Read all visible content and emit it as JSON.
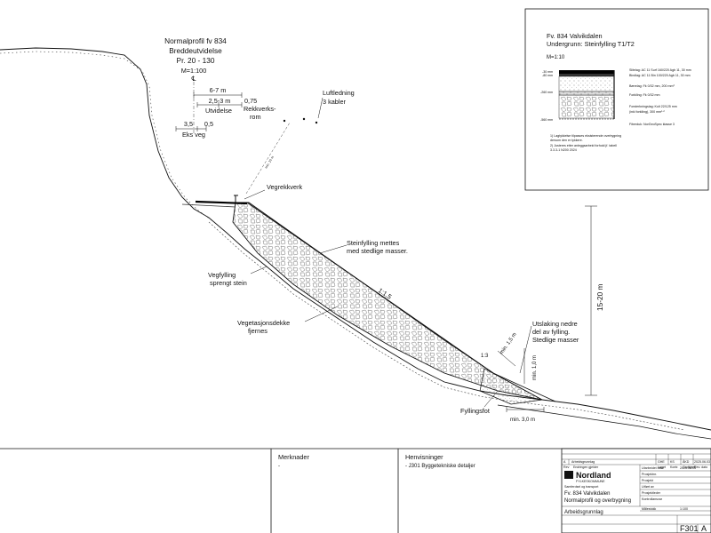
{
  "profile": {
    "title_lines": [
      "Normalprofil fv 834",
      "Breddeutvidelse",
      "Pr. 20 - 130"
    ],
    "scale": "M=1:100",
    "centerline": "℄",
    "dims": {
      "total": "6-7 m",
      "widening": "2,5-3 m",
      "railzone": "0,75",
      "widening_label": "Utvidelse",
      "railzone_label_1": "Rekkverks-",
      "railzone_label_2": "rom",
      "existing_width": "3,5",
      "existing_shoulder": "0,5",
      "existing_label": "Eks veg"
    },
    "powerline": {
      "label_1": "Luftledning",
      "label_2": "3 kabler",
      "clearance": "min. 10 m"
    },
    "labels": {
      "guardrail": "Vegrekkverk",
      "fill_top_1": "Steinfylling mettes",
      "fill_top_2": "med stedlige masser.",
      "slope": "1:1,5",
      "road_fill_1": "Vegfylling",
      "road_fill_2": "sprengt stein",
      "vegetation_1": "Vegetasjonsdekke",
      "vegetation_2": "fjernes",
      "toe_1": "Utslaking nedre",
      "toe_2": "del av fylling.",
      "toe_3": "Stedlige masser",
      "toe_slope": "1:3",
      "min_thickness": "min. 1,5 m",
      "min_height": "min. 1,0 m",
      "min_width": "min. 3,0 m",
      "fill_foot": "Fyllingsfot",
      "height": "15-20 m"
    }
  },
  "detail": {
    "title_lines": [
      "Fv. 834 Valvikdalen",
      "Undergrunn: Steinfylling T1/T2"
    ],
    "scale": "M=1:10",
    "depths": [
      "-30 mm",
      "-80 mm",
      "-260 mm",
      "-560 mm"
    ],
    "layers": [
      "Slitelag: AC 11 Surf 160/220 Agb 11, 30 mm",
      "Bindlag: AC 11 Bin 100/220 Agb 11, 30 mm",
      "Bærelag: Fk 0/32 mm, 200 mm³",
      "Forkiling: Fk 0/32 mm",
      "Forsterkningslag: Kult 22/125 mm",
      "(inkl forkiling), 300 mm¹·²",
      "Fiberduk: NorGeoSpec klasse 3"
    ],
    "notes": [
      "1)  Lagtykkelse tilpasses eksisterende overbygning",
      "     dersom den er tykkere.",
      "2)  Justeres etter anleggsarbeid forhold jf. tabell",
      "     3.3.3-1 N200 2024"
    ]
  },
  "bottom": {
    "remarks_title": "Merknader",
    "remarks_text": "-",
    "refs_title": "Henvisninger",
    "refs_text": "- J301 Byggetekniske detaljer"
  },
  "titleblock": {
    "rev_letter": "A",
    "rev_text": "Arbeidsgrunnlag",
    "rev_by": "GHE",
    "rev_check": "KS",
    "rev_appr": "ÅKD",
    "rev_date": "2025.06.03",
    "header_cols": [
      "Rev",
      "Endringen gjelder",
      "Laget",
      "Kontr.",
      "Godkjent",
      "Rev. dato"
    ],
    "brand": "Nordland",
    "brand_sub": "FYLKESKOMMUNE",
    "owner": "Samferdsel og transport",
    "project_1": "Fv. 834 Valvikdalen",
    "project_2": "Normalprofil og overbygning",
    "status": "Arbeidsgrunnlag",
    "sheet": "F301",
    "rev_current": "A",
    "right_fields": [
      "Utarbeidet dato",
      "Prosjektnr.",
      "Prosjekt",
      "Utført av",
      "Prosjektleder",
      "Kontrollansvar"
    ],
    "right_values": [
      "2025.06.03",
      "",
      "",
      "",
      "",
      ""
    ],
    "scale_label": "Målestokk",
    "scale_value": "1:100"
  },
  "colors": {
    "line": "#111111",
    "thin": "#444444",
    "road": "#000000"
  }
}
